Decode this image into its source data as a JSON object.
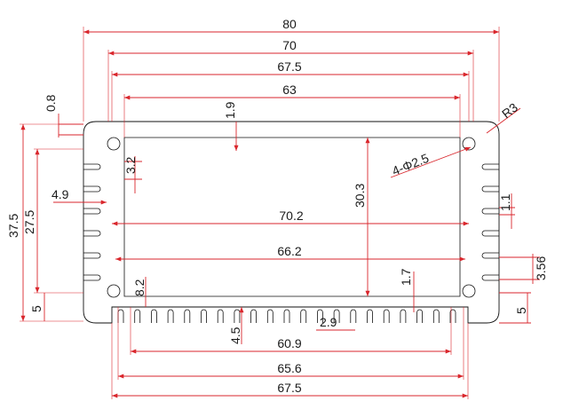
{
  "drawing": {
    "dimensions": {
      "overall_width": "80",
      "width_70": "70",
      "width_67_5_top": "67.5",
      "width_63": "63",
      "wall_0_8": "0.8",
      "wall_1_9": "1.9",
      "radius": "R3",
      "holes": "4-Φ2.5",
      "slot_3_2": "3.2",
      "slot_4_9": "4.9",
      "height_37_5": "37.5",
      "height_27_5": "27.5",
      "inner_height_30_3": "30.3",
      "inner_width_70_2": "70.2",
      "fin_1_1": "1.1",
      "inner_width_66_2": "66.2",
      "pitch_3_56": "3.56",
      "left_5": "5",
      "right_5": "5",
      "dim_8_2": "8.2",
      "dim_1_7": "1.7",
      "fin_depth_4_5": "4.5",
      "fin_2_9": "2.9",
      "width_60_9": "60.9",
      "width_65_6": "65.6",
      "width_67_5_bottom": "67.5"
    }
  }
}
